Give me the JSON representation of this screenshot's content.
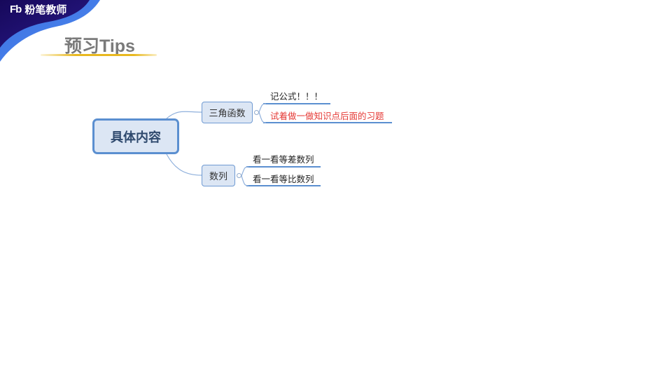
{
  "brand": {
    "logo_mark": "Fb",
    "name": "粉笔教师",
    "color": "#1b1060"
  },
  "header": {
    "title": "预习Tips",
    "underline_color": "#e8b820"
  },
  "mindmap": {
    "root": "具体内容",
    "branches": [
      {
        "label": "三角函数",
        "leaves": [
          {
            "text": "记公式！！！",
            "color": "#222222"
          },
          {
            "text": "试着做一做知识点后面的习题",
            "color": "#e53935"
          }
        ]
      },
      {
        "label": "数列",
        "leaves": [
          {
            "text": "看一看等差数列",
            "color": "#222222"
          },
          {
            "text": "看一看等比数列",
            "color": "#222222"
          }
        ]
      }
    ],
    "line_color": "#5b8fd0"
  }
}
